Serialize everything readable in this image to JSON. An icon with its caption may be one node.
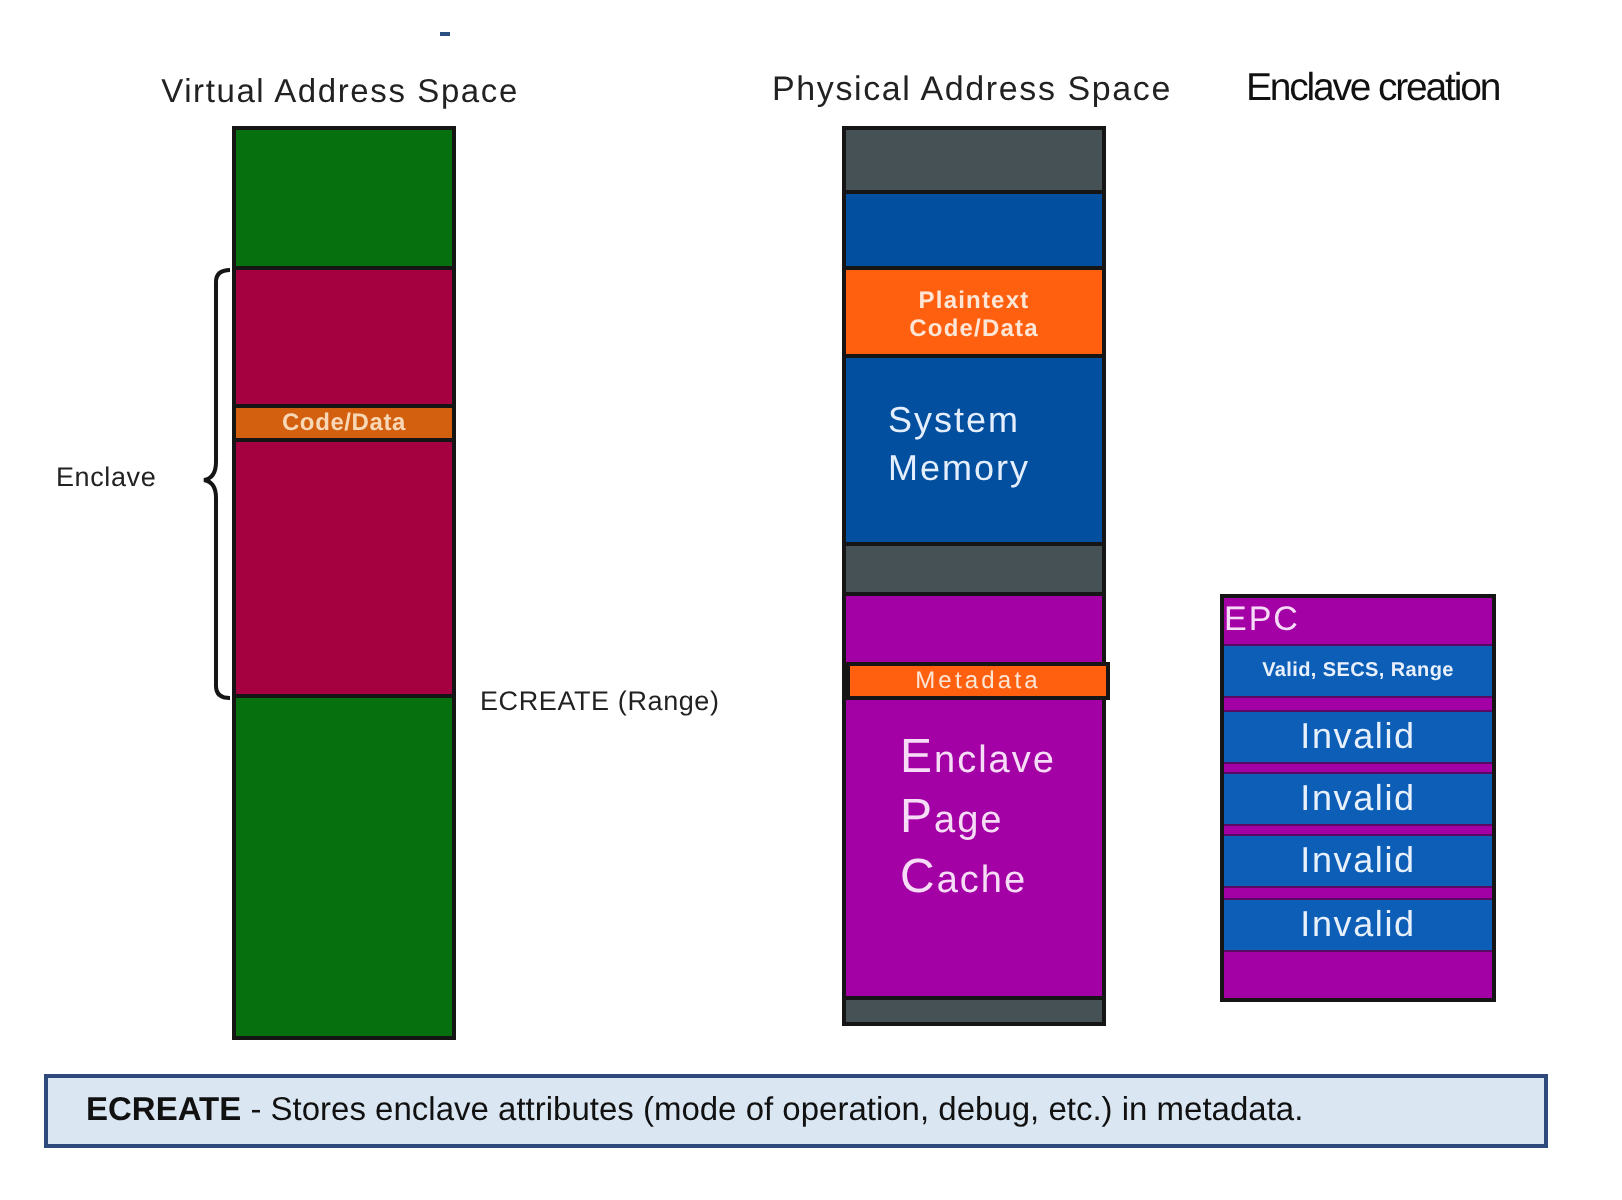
{
  "diagram": {
    "title": "Enclave creation",
    "caption": "**ECREATE** - Stores enclave attributes (mode of operation, debug, etc.) in metadata.",
    "nodes": [
      {
        "text": [
          "Virtual Address Space"
        ]
      },
      {
        "text": [],
        "shape": "bar",
        "in": 0
      },
      {
        "text": [],
        "shape": "bar",
        "in": 0
      },
      {
        "text": [
          "Code/Data"
        ],
        "in": 2
      },
      {
        "text": [],
        "shape": "bar",
        "in": 0
      },
      {
        "text": [
          "Physical Address Space"
        ]
      },
      {
        "text": [],
        "shape": "bar",
        "in": 5
      },
      {
        "text": [],
        "shape": "bar",
        "in": 5
      },
      {
        "text": [
          "Plaintext Code/Data"
        ],
        "in": 5
      },
      {
        "text": [
          "System Memory"
        ],
        "in": 5
      },
      {
        "text": [],
        "shape": "bar",
        "in": 5
      },
      {
        "text": [
          "Enclave Page Cache"
        ],
        "in": 5
      },
      {
        "text": [
          "Metadata"
        ],
        "in": 11
      },
      {
        "text": [],
        "shape": "bar",
        "in": 5
      },
      {
        "text": [
          "EPC"
        ]
      },
      {
        "text": [
          "Valid, SECS, Range"
        ],
        "in": 14
      },
      {
        "text": [
          "Invalid"
        ],
        "in": 14
      },
      {
        "text": [
          "Invalid"
        ],
        "in": 14
      },
      {
        "text": [
          "Invalid"
        ],
        "in": 14
      },
      {
        "text": [
          "Invalid"
        ],
        "in": 14
      }
    ],
    "labels": [
      "Enclave",
      "ECREATE (Range)"
    ]
  }
}
